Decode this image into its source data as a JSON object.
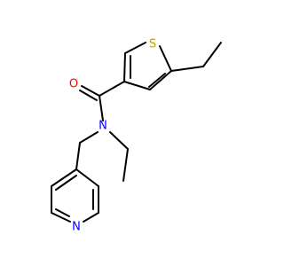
{
  "molecule": {
    "atoms": {
      "sulfur": {
        "label": "S",
        "color": "#b5a400"
      },
      "oxygen": {
        "label": "O",
        "color": "#ff0000"
      },
      "amide_nitrogen": {
        "label": "N",
        "color": "#0000ff"
      },
      "pyridine_nitrogen": {
        "label": "N",
        "color": "#0000ff"
      }
    },
    "bond_color": "#000000",
    "background": "#ffffff"
  }
}
